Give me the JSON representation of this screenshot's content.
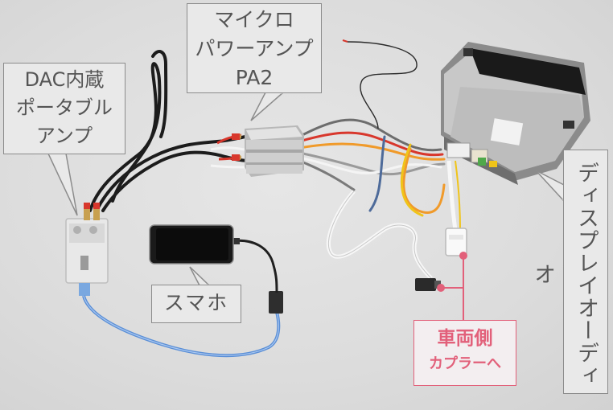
{
  "labels": {
    "dac": [
      "DAC内蔵",
      "ポータブル",
      "アンプ"
    ],
    "amp": [
      "マイクロ",
      "パワーアンプ",
      "PA2"
    ],
    "phone": "スマホ",
    "display": "ディスプレイオーディオ",
    "coupler": [
      "車両側",
      "カプラーへ"
    ]
  },
  "colors": {
    "callout_border": "#8c8c8c",
    "callout_text": "#555555",
    "accent_pink": "#e2607a",
    "usb_cable": "#5b8fd6",
    "red_wire": "#d8372c",
    "orange_wire": "#f09a2a",
    "yellow_wire": "#f0c419",
    "white_wire": "#f7f7f7",
    "black_wire": "#1c1c1c"
  },
  "icons": [
    "dac-device-icon",
    "power-amp-device-icon",
    "smartphone-icon",
    "display-audio-unit-icon",
    "coupler-connector-icon"
  ]
}
